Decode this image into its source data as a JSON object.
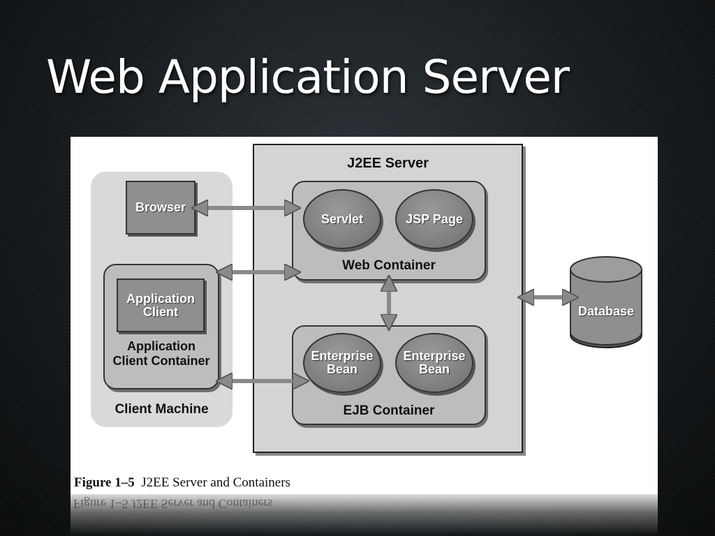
{
  "slide": {
    "title": "Web Application Server"
  },
  "diagram": {
    "j2ee_server": "J2EE Server",
    "web_container": "Web Container",
    "ejb_container": "EJB Container",
    "servlet": "Servlet",
    "jsp_page": "JSP Page",
    "enterprise_bean_1": "Enterprise Bean",
    "enterprise_bean_2": "Enterprise Bean",
    "browser": "Browser",
    "application_client": "Application Client",
    "app_client_container": "Application Client Container",
    "client_machine": "Client Machine",
    "database": "Database"
  },
  "caption": {
    "figure_number": "Figure 1–5",
    "text": "J2EE Server and Containers",
    "reflected": "Figure 1–5  J2EE Server and Containers"
  },
  "colors": {
    "slide_bg": "#15191c",
    "box_gray": "#8f8f8f",
    "container_gray": "#bdbdbd",
    "server_gray": "#d4d4d4"
  }
}
